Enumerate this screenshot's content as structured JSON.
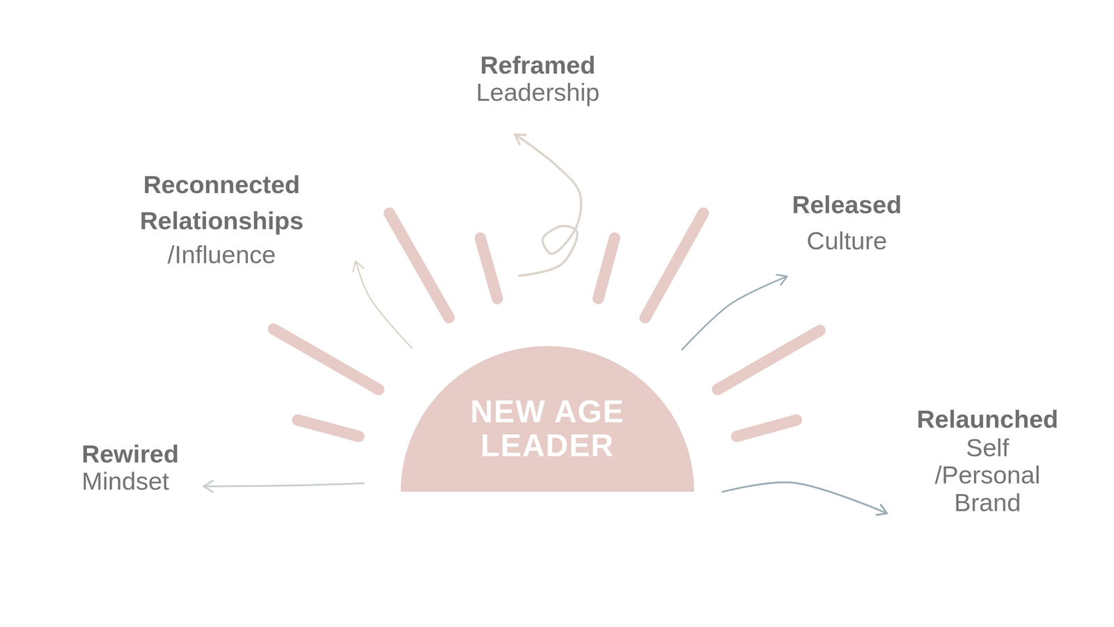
{
  "diagram": {
    "nodes": [
      {
        "text": [
          "NEW AGE LEADER"
        ]
      },
      {
        "text": [
          "Reframed",
          "Leadership"
        ]
      },
      {
        "text": [
          "Reconnected Relationships",
          "/Influence"
        ]
      },
      {
        "text": [
          "Released",
          "Culture"
        ]
      },
      {
        "text": [
          "Relaunched",
          "Self /Personal Brand"
        ]
      },
      {
        "text": [
          "Rewired",
          "Mindset"
        ]
      }
    ],
    "edges": [
      {
        "from": 0,
        "to": 1,
        "arrow": "to"
      },
      {
        "from": 0,
        "to": 2,
        "arrow": "to"
      },
      {
        "from": 0,
        "to": 3,
        "arrow": "to"
      },
      {
        "from": 0,
        "to": 4,
        "arrow": "to"
      },
      {
        "from": 0,
        "to": 5,
        "arrow": "to"
      }
    ]
  }
}
